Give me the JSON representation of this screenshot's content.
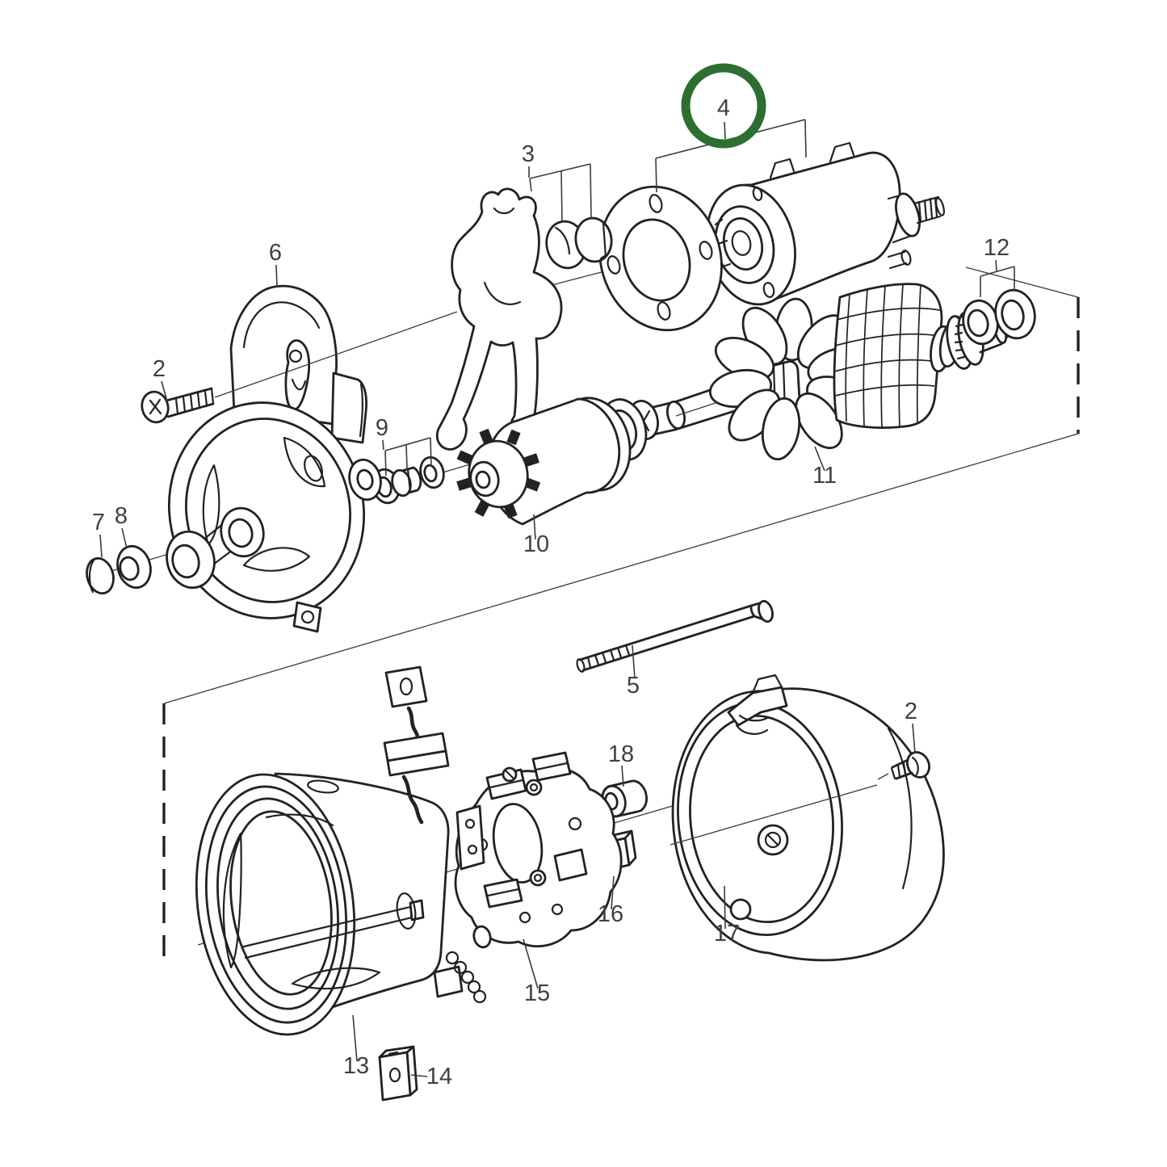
{
  "diagram": {
    "type": "exploded-parts-diagram",
    "background": "#ffffff",
    "line_color": "#222222",
    "label_color": "#404040",
    "highlight_circle": {
      "label": "4",
      "color": "#2d6e31"
    },
    "callouts": [
      {
        "id": "screw-front",
        "label": "2"
      },
      {
        "id": "engagement-lever",
        "label": "3"
      },
      {
        "id": "solenoid-group",
        "label": "4"
      },
      {
        "id": "through-bolt",
        "label": "5"
      },
      {
        "id": "drive-end-bracket",
        "label": "6"
      },
      {
        "id": "end-plug",
        "label": "7"
      },
      {
        "id": "bushing",
        "label": "8"
      },
      {
        "id": "washer-set",
        "label": "9"
      },
      {
        "id": "drive-pinion",
        "label": "10"
      },
      {
        "id": "armature",
        "label": "11"
      },
      {
        "id": "shim-rings",
        "label": "12"
      },
      {
        "id": "field-housing",
        "label": "13"
      },
      {
        "id": "brush-lower",
        "label": "14"
      },
      {
        "id": "brush-holder",
        "label": "15"
      },
      {
        "id": "brush-upper",
        "label": "16"
      },
      {
        "id": "end-cap",
        "label": "17"
      },
      {
        "id": "spacer-sleeve",
        "label": "18"
      },
      {
        "id": "screw-rear",
        "label": "2"
      }
    ]
  }
}
